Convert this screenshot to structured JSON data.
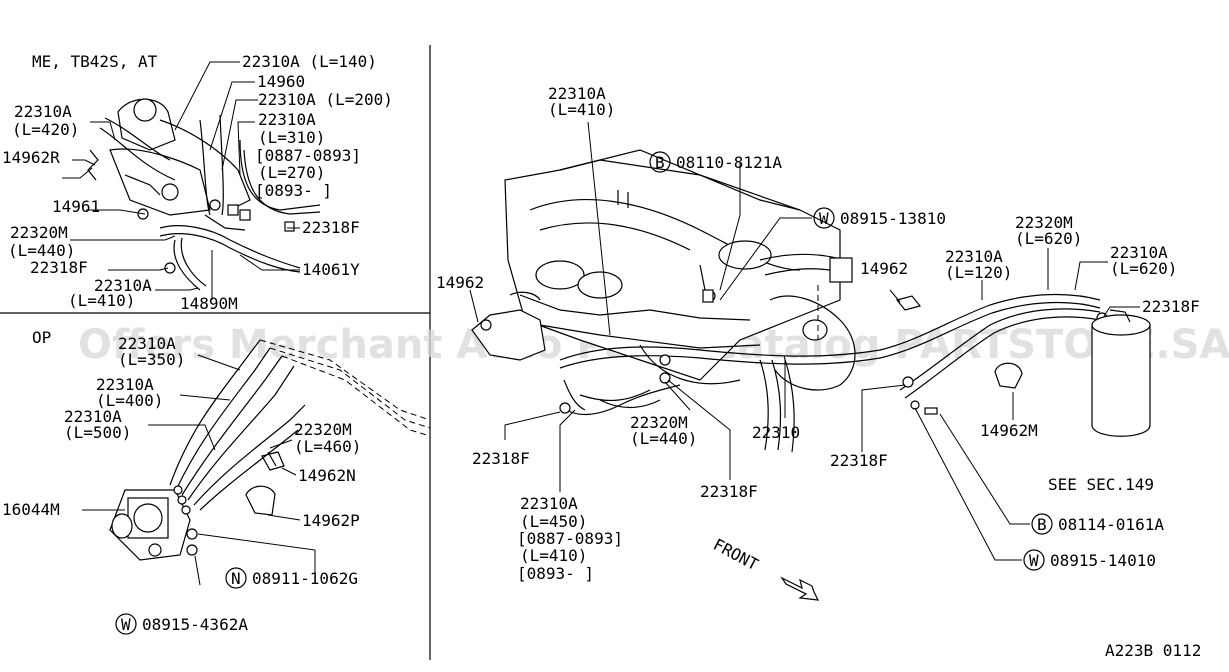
{
  "watermark": "Offers Merchant Auto Parts Catalog PARTSTORE.SA",
  "inset_top": {
    "title": "ME, TB42S, AT",
    "labels": [
      "22310A (L=140)",
      "14960",
      "22310A (L=200)",
      "22310A",
      "(L=310)",
      "[0887-0893]",
      "(L=270)",
      "[0893-      ]",
      "22310A",
      "(L=420)",
      "14962R",
      "14961",
      "22318F",
      "22320M",
      "(L=440)",
      "22318F",
      "14061Y",
      "22310A",
      "(L=410)",
      "14890M"
    ]
  },
  "inset_bottom": {
    "title": "OP",
    "labels": [
      "22310A",
      "(L=350)",
      "22310A",
      "(L=400)",
      "22310A",
      "(L=500)",
      "22320M",
      "(L=460)",
      "14962N",
      "16044M",
      "14962P",
      "08911-1062G",
      "08915-4362A"
    ],
    "badges": [
      "N",
      "W"
    ]
  },
  "main": {
    "labels": [
      "22310A",
      "(L=410)",
      "08110-8121A",
      "08915-13810",
      "22320M",
      "(L=620)",
      "22310A",
      "(L=120)",
      "22310A",
      "(L=620)",
      "14962",
      "14962",
      "22318F",
      "22310",
      "22318F",
      "14962M",
      "SEE SEC.149",
      "22318F",
      "22320M",
      "(L=440)",
      "22318F",
      "22310A",
      "(L=450)",
      "[0887-0893]",
      "(L=410)",
      "[0893-      ]",
      "08114-0161A",
      "08915-14010",
      "FRONT"
    ],
    "badges": [
      "B",
      "W",
      "B",
      "W"
    ]
  },
  "figure_code": "A223B 0112"
}
